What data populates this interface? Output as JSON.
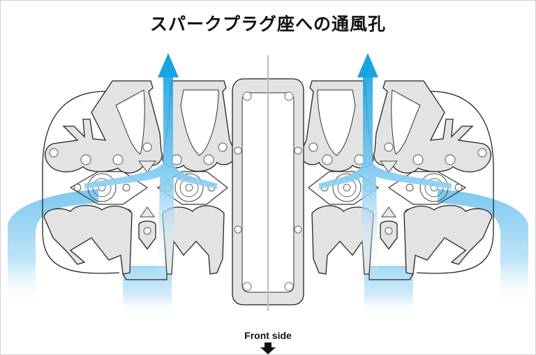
{
  "title": "スパークプラグ座への通風孔",
  "front_label": "Front side",
  "icons": {
    "front_arrow": "arrow-down-icon",
    "airflow_arrow": "arrow-up-icon"
  },
  "colors": {
    "airflow": "#1aa3e0",
    "airflow_light": "#d9effb",
    "gasket_fill": "#e3e3e3",
    "outline": "#222222",
    "centerline": "#bdbdbd"
  },
  "diagram": {
    "subject": "cylinder head gasket with spark plug seat ventilation passages",
    "cylinders": 4,
    "airflow_arrows_up": 2
  }
}
